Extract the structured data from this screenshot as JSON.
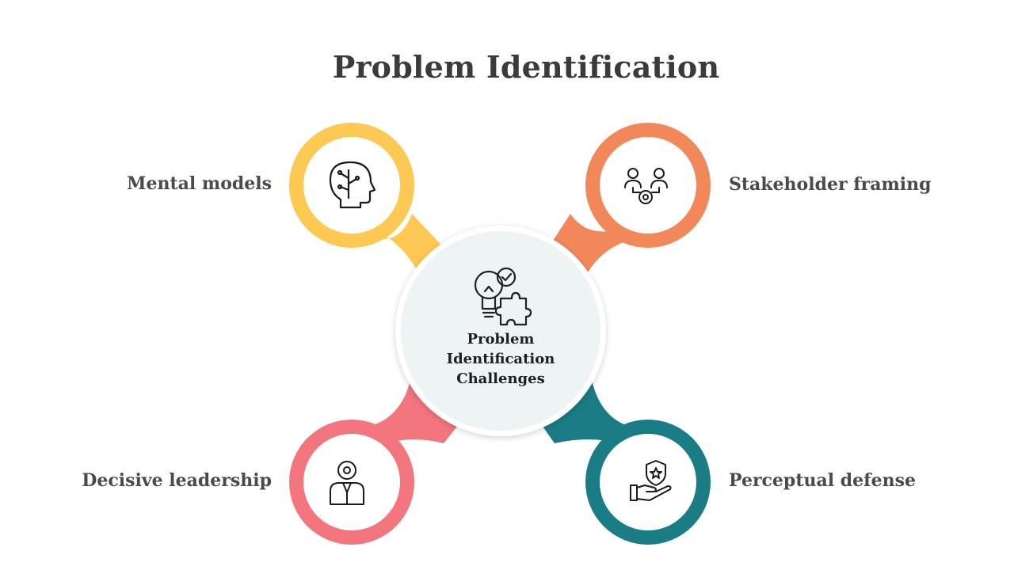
{
  "title": "Problem Identification",
  "center": {
    "line1": "Problem",
    "line2": "Identification",
    "line3": "Challenges",
    "icon": "lightbulb-puzzle-icon"
  },
  "items": [
    {
      "label": "Mental models",
      "color": "#FDC952",
      "icon": "brain-head-icon"
    },
    {
      "label": "Stakeholder framing",
      "color": "#F2885A",
      "icon": "stakeholders-gear-icon"
    },
    {
      "label": "Decisive leadership",
      "color": "#F3757D",
      "icon": "leader-gear-icon"
    },
    {
      "label": "Perceptual defense",
      "color": "#1A7C85",
      "icon": "shield-hand-icon"
    }
  ]
}
